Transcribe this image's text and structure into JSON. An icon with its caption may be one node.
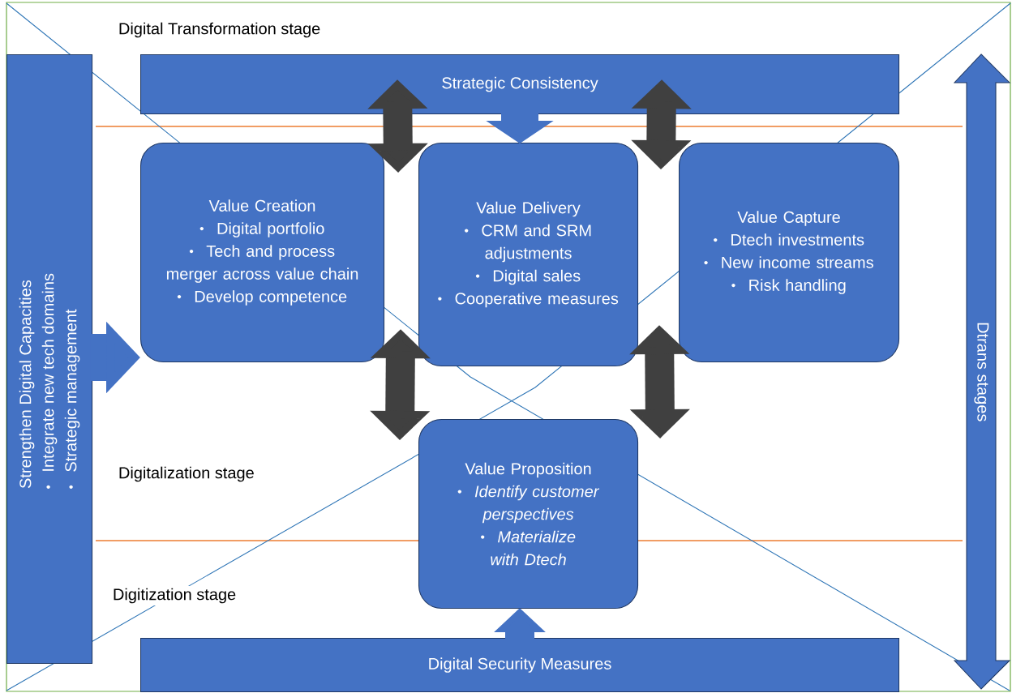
{
  "diagram": {
    "nodes": [
      {
        "text": [
          "Strategic Consistency"
        ]
      },
      {
        "text": [
          "Strengthen Digital Capacities",
          "Integrate new tech domains",
          "Strategic management"
        ]
      },
      {
        "text": [
          "Value Creation",
          "Digital portfolio",
          "Tech and process merger across value chain",
          "Develop competence"
        ]
      },
      {
        "text": [
          "Value Delivery",
          "CRM and SRM adjustments",
          "Digital sales",
          "Cooperative measures"
        ]
      },
      {
        "text": [
          "Value Capture",
          "Dtech investments",
          "New income streams",
          "Risk handling"
        ]
      },
      {
        "text": [
          "Value Proposition",
          "Identify customer perspectives",
          "Materialize with Dtech"
        ]
      },
      {
        "text": [
          "Digital Security Measures"
        ]
      },
      {
        "text": [
          "Dtrans stages"
        ]
      }
    ],
    "edges": [
      {
        "from": 0,
        "to": 3,
        "arrow": "to",
        "color": "#4472c4"
      },
      {
        "from": 1,
        "to": 2,
        "arrow": "to",
        "color": "#4472c4"
      },
      {
        "from": 0,
        "to": 2,
        "arrow": "both"
      },
      {
        "from": 0,
        "to": 4,
        "arrow": "both"
      },
      {
        "from": 2,
        "to": 5,
        "arrow": "both"
      },
      {
        "from": 4,
        "to": 5,
        "arrow": "both"
      },
      {
        "from": 6,
        "to": 5,
        "arrow": "to",
        "color": "#4472c4"
      }
    ],
    "labels": [
      "Digital Transformation stage",
      "Digitalization stage",
      "Digitization stage"
    ]
  }
}
